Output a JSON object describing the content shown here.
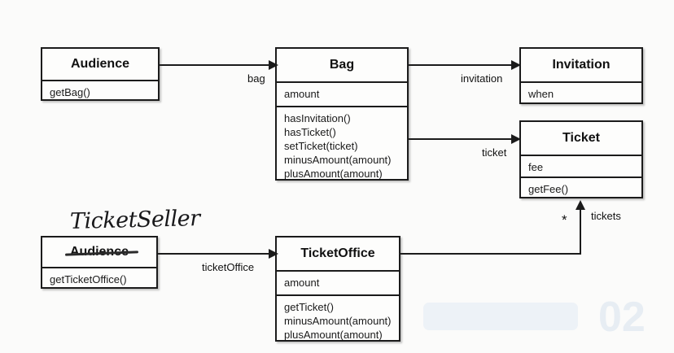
{
  "diagram": {
    "title": "Audience / Bag / TicketOffice UML class diagram",
    "classes": [
      {
        "id": "audience-top",
        "name": "Audience",
        "attributes": [],
        "operations": [
          "getBag()"
        ]
      },
      {
        "id": "bag",
        "name": "Bag",
        "attributes": [
          "amount"
        ],
        "operations": [
          "hasInvitation()",
          "hasTicket()",
          "setTicket(ticket)",
          "minusAmount(amount)",
          "plusAmount(amount)"
        ]
      },
      {
        "id": "invitation",
        "name": "Invitation",
        "attributes": [
          "when"
        ],
        "operations": []
      },
      {
        "id": "ticket",
        "name": "Ticket",
        "attributes": [
          "fee"
        ],
        "operations": [
          "getFee()"
        ]
      },
      {
        "id": "audience-bottom",
        "name": "Audience",
        "attributes": [],
        "operations": [
          "getTicketOffice()"
        ]
      },
      {
        "id": "ticketoffice",
        "name": "TicketOffice",
        "attributes": [
          "amount"
        ],
        "operations": [
          "getTicket()",
          "minusAmount(amount)",
          "plusAmount(amount)"
        ]
      }
    ],
    "edge_labels": {
      "bag": "bag",
      "invitation": "invitation",
      "ticket": "ticket",
      "ticket_office": "ticketOffice",
      "tickets": "tickets",
      "tickets_multiplicity": "*"
    },
    "annotation": {
      "handwritten_replacement": "TicketSeller"
    },
    "colors": {
      "line": "#1b1b1b",
      "box_fill": "#fdfdfc",
      "page": "#fbfbfa",
      "text": "#111111"
    },
    "bleed_through": [
      " ",
      " ",
      " "
    ]
  }
}
